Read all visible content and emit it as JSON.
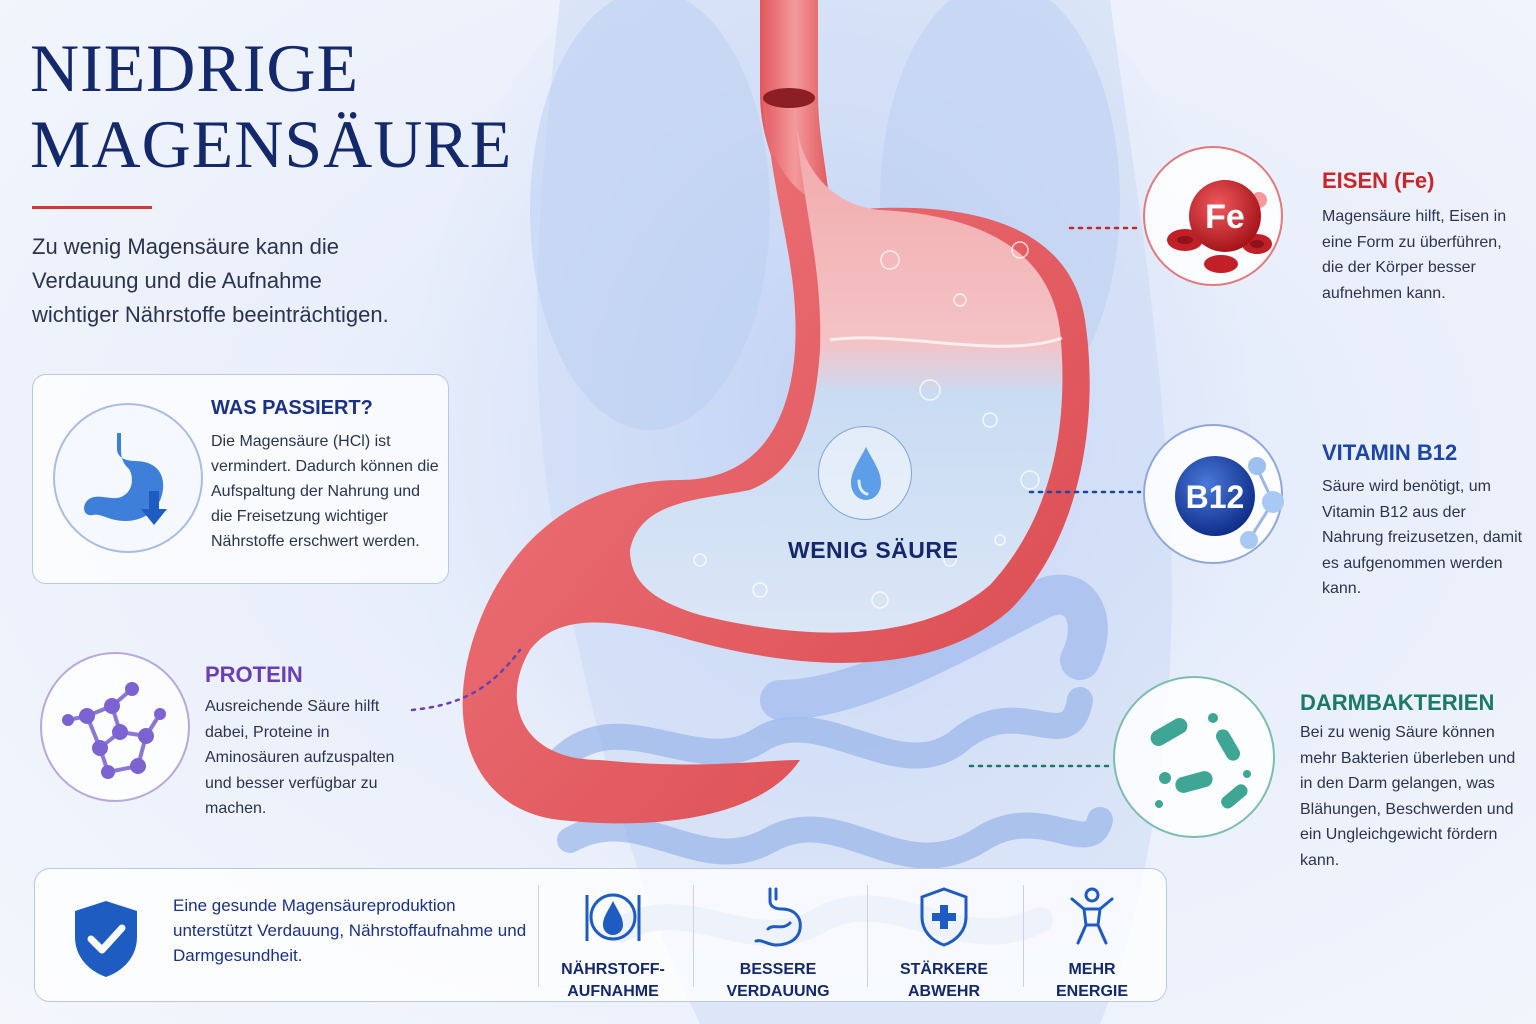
{
  "header": {
    "title_line1": "NIEDRIGE",
    "title_line2": "MAGENSÄURE",
    "intro": "Zu wenig Magensäure kann die Verdauung und die Aufnahme wichtiger Nährstoffe beeinträchtigen."
  },
  "was_passiert": {
    "title": "WAS PASSIERT?",
    "text": "Die Magensäure (HCl) ist vermindert. Dadurch können die Aufspaltung der Nahrung und die Freisetzung wichtiger Nährstoffe erschwert werden."
  },
  "protein": {
    "title": "PROTEIN",
    "text": "Ausreichende Säure hilft dabei, Proteine in Aminosäuren aufzuspalten und besser verfügbar zu machen."
  },
  "center_label": "WENIG SÄURE",
  "iron": {
    "title": "EISEN (Fe)",
    "symbol": "Fe",
    "text": "Magensäure hilft, Eisen in eine Form zu überführen, die der Körper besser aufnehmen kann."
  },
  "b12": {
    "title": "VITAMIN B12",
    "symbol": "B12",
    "text": "Säure wird benötigt, um Vitamin B12 aus der Nahrung freizusetzen, damit es aufgenommen werden kann."
  },
  "gut": {
    "title": "DARMBAKTERIEN",
    "text": "Bei zu wenig Säure können mehr Bakterien überleben und in den Darm gelangen, was Blähungen, Beschwerden und ein Ungleichgewicht fördern kann."
  },
  "bottom": {
    "message": "Eine gesunde Magensäureproduktion unterstützt Verdauung, Nährstoffaufnahme und Darmgesundheit.",
    "benefits": [
      {
        "line1": "NÄHRSTOFF-",
        "line2": "AUFNAHME",
        "icon": "nutrient-absorption-icon"
      },
      {
        "line1": "BESSERE",
        "line2": "VERDAUUNG",
        "icon": "stomach-icon"
      },
      {
        "line1": "STÄRKERE",
        "line2": "ABWEHR",
        "icon": "shield-plus-icon"
      },
      {
        "line1": "MEHR",
        "line2": "ENERGIE",
        "icon": "energy-person-icon"
      }
    ]
  },
  "colors": {
    "title": "#14296b",
    "accent_red": "#d2373a",
    "protein": "#6a3fb4",
    "iron": "#c7262b",
    "b12": "#1b45a6",
    "gut": "#1b7a67"
  }
}
